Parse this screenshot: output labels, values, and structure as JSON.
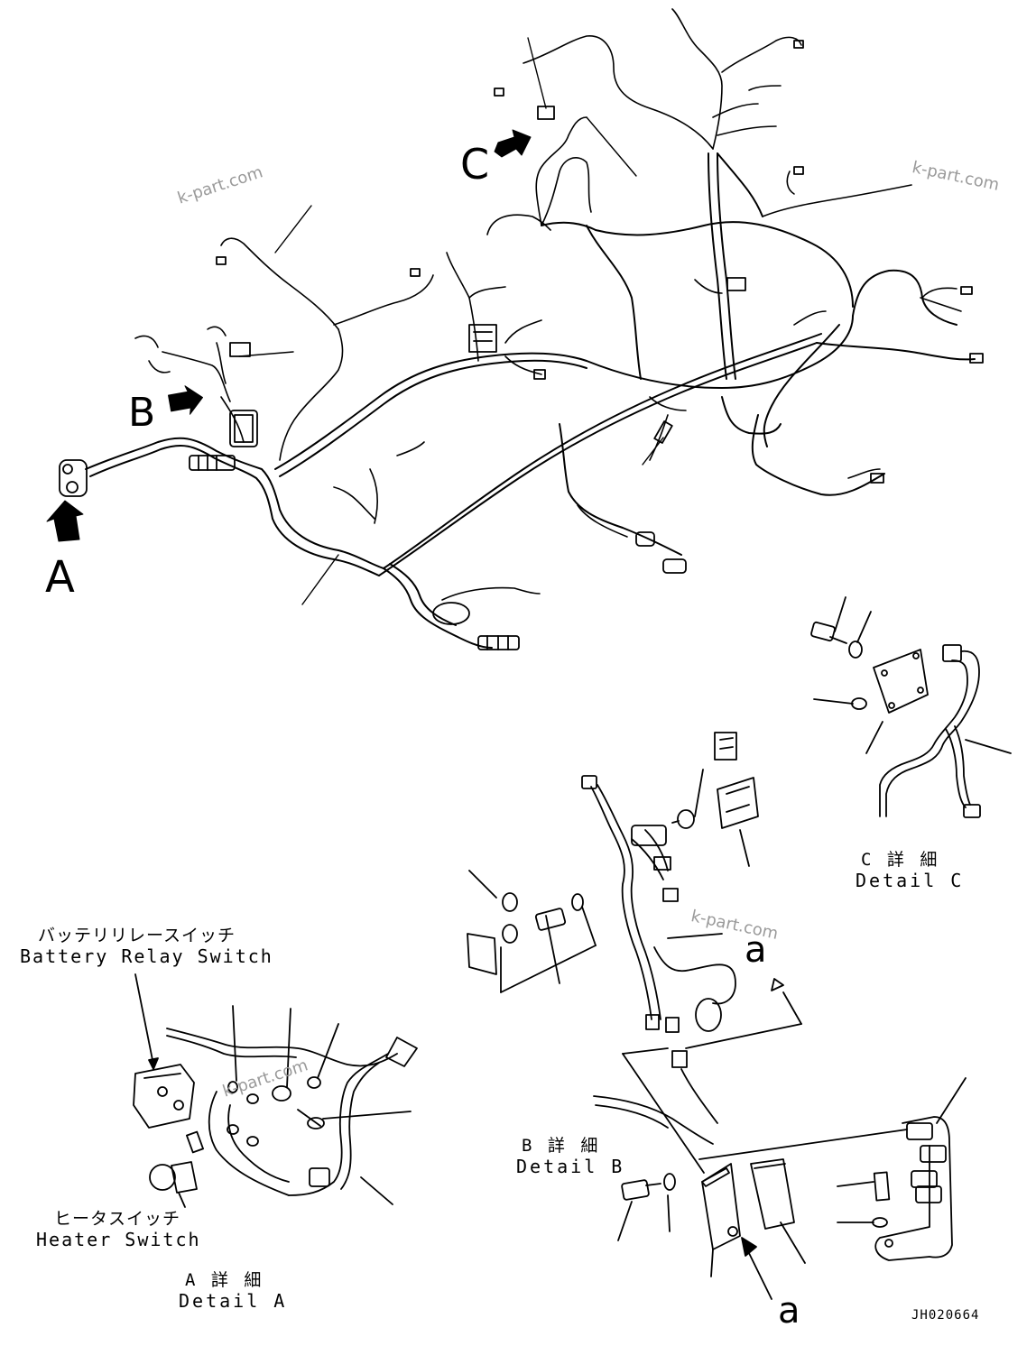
{
  "view_letters": {
    "a": "A",
    "b": "B",
    "c": "C"
  },
  "battery_relay": {
    "jp": "バッテリリレースイッチ",
    "en": "Battery Relay Switch"
  },
  "heater_switch": {
    "jp": "ヒータスイッチ",
    "en": "Heater Switch"
  },
  "detail_a": {
    "jp": "A 詳 細",
    "en": "Detail A"
  },
  "detail_b": {
    "jp": "B 詳 細",
    "en": "Detail B"
  },
  "detail_c": {
    "jp": "C 詳 細",
    "en": "Detail C"
  },
  "ref_a_upper": "a",
  "ref_a_lower": "a",
  "drawing_number": "JH020664",
  "watermark": "k-part.com"
}
